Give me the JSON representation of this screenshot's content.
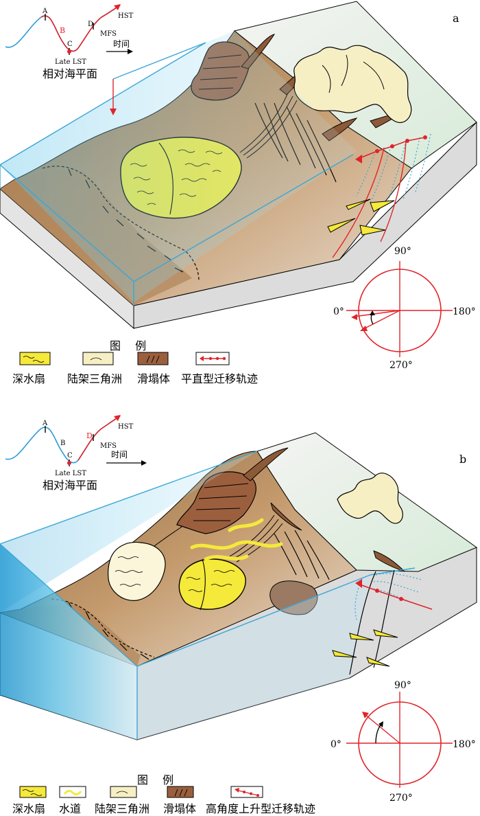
{
  "panels": [
    {
      "letter": "a",
      "curve": {
        "point_a": "A",
        "point_b": "B",
        "point_c": "C",
        "point_d": "D",
        "late_lst": "Late LST",
        "mfs": "MFS",
        "hst": "HST",
        "time": "时间",
        "caption": "相对海平面",
        "b_color": "#e0242a",
        "d_color": "#000000"
      },
      "compass": {
        "north": "90°",
        "west": "0°",
        "east": "180°",
        "south": "270°",
        "migration_angle_deg": 200
      },
      "legend": {
        "title": "图 例",
        "items": [
          "深水扇",
          "陆架三角洲",
          "滑塌体",
          "平直型迁移轨迹"
        ]
      }
    },
    {
      "letter": "b",
      "curve": {
        "point_a": "A",
        "point_b": "B",
        "point_c": "C",
        "point_d": "D",
        "late_lst": "Late LST",
        "mfs": "MFS",
        "hst": "HST",
        "time": "时间",
        "caption": "相对海平面",
        "b_color": "#000000",
        "d_color": "#e0242a"
      },
      "compass": {
        "north": "90°",
        "west": "0°",
        "east": "180°",
        "south": "270°",
        "migration_angle_deg": 140
      },
      "legend": {
        "title": "图 例",
        "items": [
          "深水扇",
          "水道",
          "陆架三角洲",
          "滑塌体",
          "高角度上升型迁移轨迹"
        ]
      }
    }
  ],
  "colors": {
    "fan": "#f5e93a",
    "shelf_delta": "#f7efc4",
    "slump": "#9b5f3e",
    "trajectory": "#e0242a",
    "water": "#4fb8e0",
    "shelf": "#e6f1e6",
    "slope": "#c49a6c",
    "basin_floor": "#b38a5e",
    "block_side": "#e2e2e2"
  }
}
